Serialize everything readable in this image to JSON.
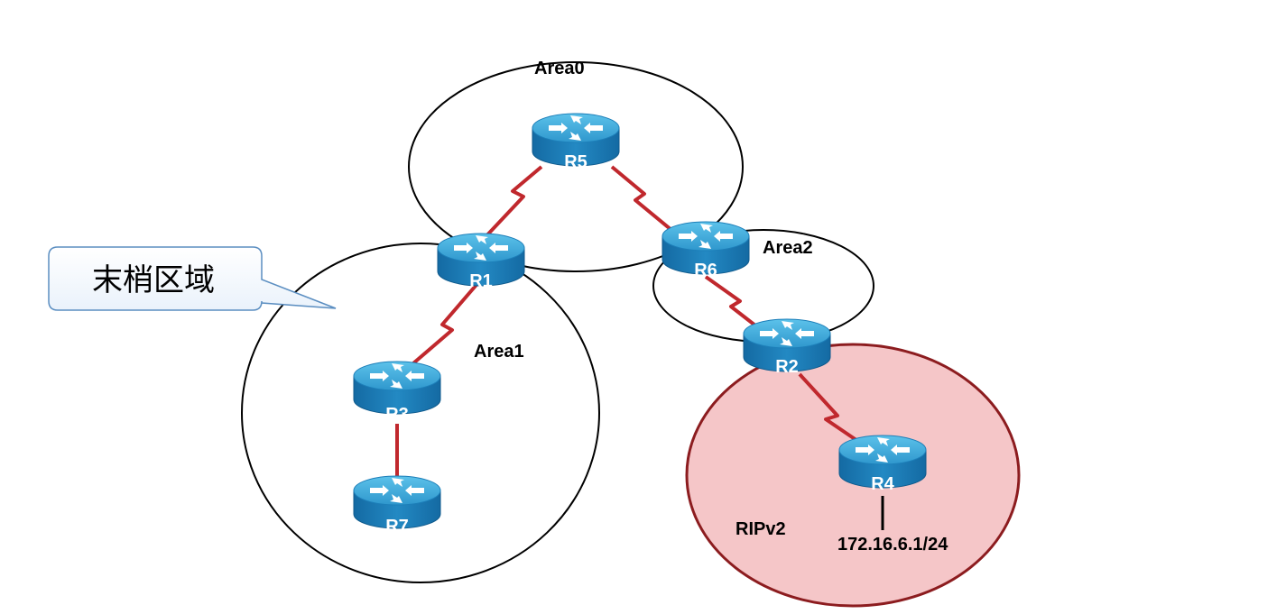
{
  "areas": {
    "area0": "Area0",
    "area1": "Area1",
    "area2": "Area2",
    "rip": "RIPv2"
  },
  "callout": {
    "text": "末梢区域"
  },
  "routers": {
    "r1": "R1",
    "r2": "R2",
    "r3": "R3",
    "r4": "R4",
    "r5": "R5",
    "r6": "R6",
    "r7": "R7"
  },
  "network": {
    "r4_lan": "172.16.6.1/24"
  },
  "colors": {
    "serial_link": "#c0282d",
    "router_top": "#37a9d8",
    "router_side": "#1c7ab4",
    "rip_fill": "#f5c6c8",
    "rip_stroke": "#8c1c1f",
    "callout_stroke": "#5b8ec1"
  },
  "icons": {
    "router": "router-icon"
  }
}
